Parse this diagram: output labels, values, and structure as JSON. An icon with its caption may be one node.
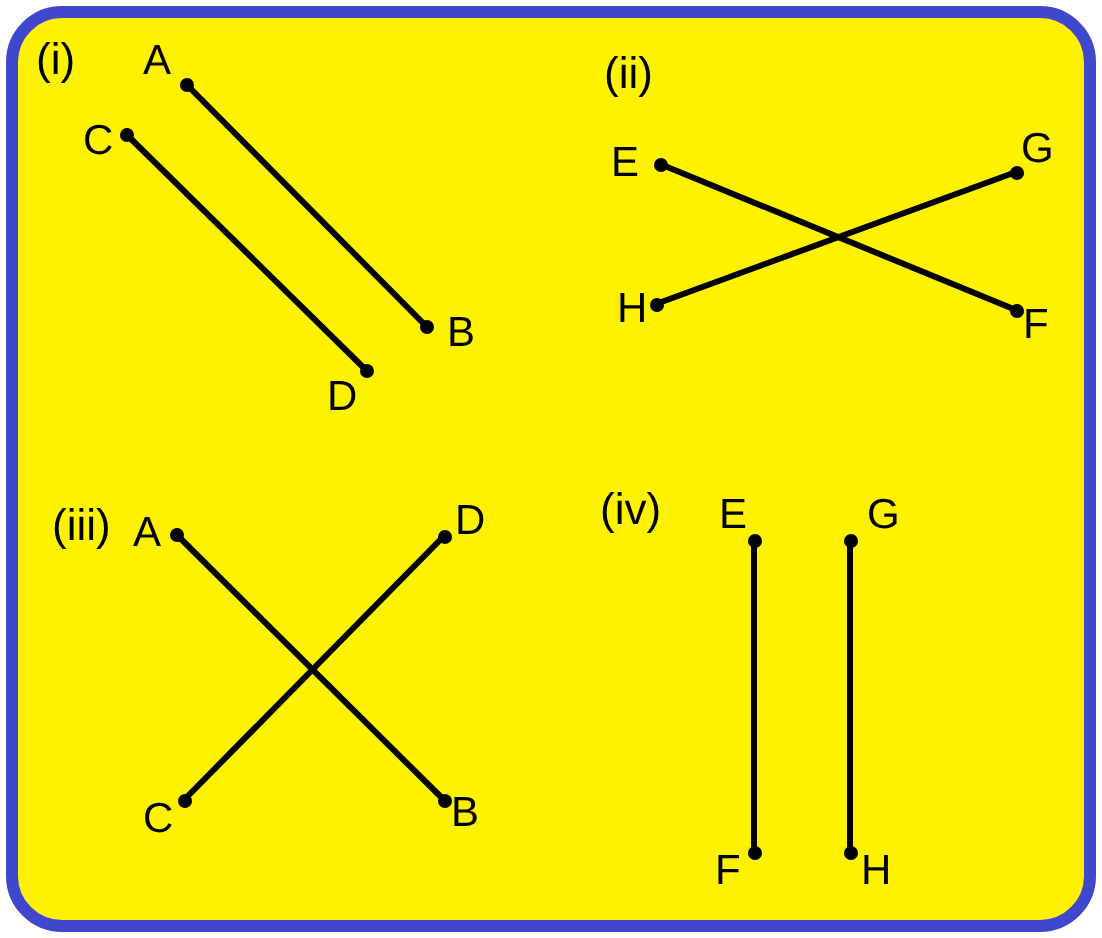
{
  "diagram": {
    "nodes": [
      {
        "text": [
          "A"
        ]
      },
      {
        "text": [
          "B"
        ]
      },
      {
        "text": [
          "C"
        ]
      },
      {
        "text": [
          "D"
        ]
      },
      {
        "text": [
          "E"
        ]
      },
      {
        "text": [
          "G"
        ]
      },
      {
        "text": [
          "H"
        ]
      },
      {
        "text": [
          "F"
        ]
      },
      {
        "text": [
          "A"
        ]
      },
      {
        "text": [
          "D"
        ]
      },
      {
        "text": [
          "C"
        ]
      },
      {
        "text": [
          "B"
        ]
      },
      {
        "text": [
          "E"
        ]
      },
      {
        "text": [
          "G"
        ]
      },
      {
        "text": [
          "F"
        ]
      },
      {
        "text": [
          "H"
        ]
      }
    ],
    "edges": [
      {
        "from": 0,
        "to": 1,
        "arrow": "none"
      },
      {
        "from": 2,
        "to": 3,
        "arrow": "none"
      },
      {
        "from": 4,
        "to": 7,
        "arrow": "none"
      },
      {
        "from": 6,
        "to": 5,
        "arrow": "none"
      },
      {
        "from": 8,
        "to": 11,
        "arrow": "none"
      },
      {
        "from": 10,
        "to": 9,
        "arrow": "none"
      },
      {
        "from": 12,
        "to": 14,
        "arrow": "none"
      },
      {
        "from": 13,
        "to": 15,
        "arrow": "none"
      }
    ],
    "labels": [
      "(i)",
      "(ii)",
      "(iii)",
      "(iv)"
    ]
  }
}
